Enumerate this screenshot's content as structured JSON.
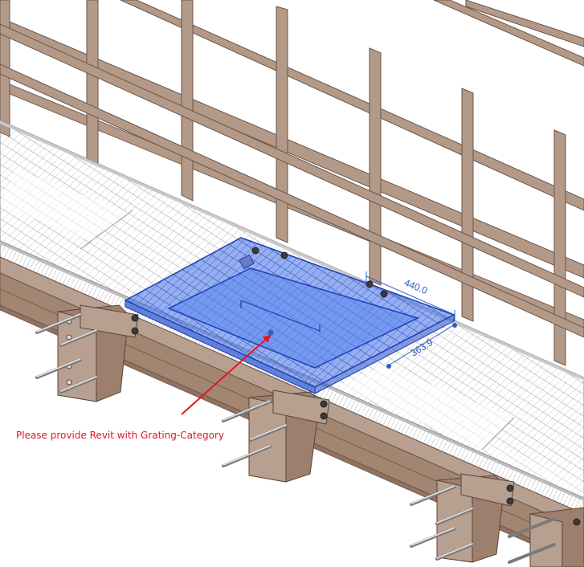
{
  "viewport": {
    "label": "3D view"
  },
  "dimensions": {
    "length": "440.0",
    "width": "363.9"
  },
  "annotation": {
    "text": "Please provide Revit with Grating-Category"
  },
  "colors": {
    "steel": "#9c7f6d",
    "steel_dark": "#6b5446",
    "steel_light": "#c7b3a3",
    "grating_line": "#8a8a8a",
    "selection_fill": "#3f6ee8",
    "selection_line": "#1b3fb8",
    "dimension": "#2b5fc4",
    "annotation_red": "#e8141e"
  }
}
